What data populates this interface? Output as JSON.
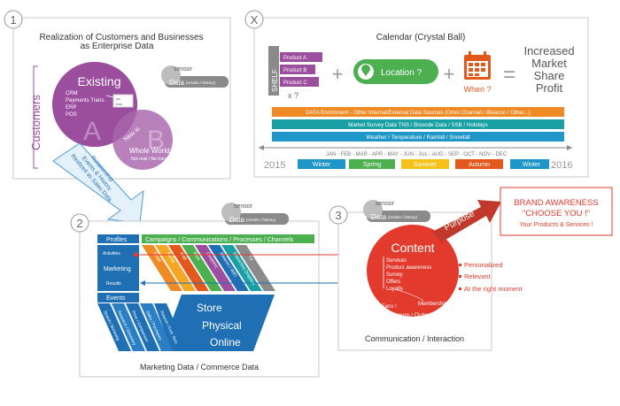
{
  "colors": {
    "purple": "#9b4f9e",
    "blue": "#1f6fb5",
    "orange": "#f08a24",
    "teal": "#18a0a4",
    "green": "#4caf50",
    "red": "#e23b2e",
    "darkred": "#c0392b",
    "yellow": "#f6c21a",
    "grey": "#8a8a8a"
  },
  "sensor_badge": {
    "top": "sensor",
    "main": "Data",
    "sub": "(results / history)"
  },
  "panel1": {
    "number": "1",
    "title_line1": "Realization of Customers and Businesses",
    "title_line2": "as Enterprise Data",
    "side_label": "Customers",
    "existing_title": "Existing",
    "existing_items": [
      "CRM",
      "Payments Trans.",
      "ERP",
      "POS"
    ],
    "small_box_line1": "(or",
    "small_box_line2": "tran",
    "letter_a": "A",
    "letter_b": "B",
    "new_is": "New is",
    "whole_world": "Whole World",
    "whole_world_sub": "Not mail / No trans."
  },
  "arrow_text": [
    "Relationship",
    "Events & History",
    "Realized as Sales Data"
  ],
  "panel_x": {
    "number": "X",
    "title": "Calendar (Crystal Ball)",
    "shelf_label": "SHELF",
    "products": [
      "Product A",
      "Product B",
      "Product C"
    ],
    "x_q": "x ?",
    "plus1": "+",
    "plus2": "+",
    "location": "Location ?",
    "when": "When ?",
    "equals": "=",
    "result": [
      "Increased",
      "Market",
      "Share",
      "Profit"
    ],
    "bars": [
      "DATA Enrichment - Other Internal/External Data Sources (Omni Channel / iBeacon / Other...)",
      "Market Survey Data TNS / Bisnode Data / SSB / Holidays",
      "Weather / Temperature / Rainfall / Snowfall"
    ],
    "months": "JAN - FEB - MAR - APR - MAY - JUN - JUL - AUG - SEP - OCT - NOV - DEC",
    "year_start": "2015",
    "year_end": "2016",
    "seasons": [
      "Winter",
      "Spring",
      "Summer",
      "Autumn",
      "Winter"
    ]
  },
  "panel2": {
    "number": "2",
    "profiles": "Profiles",
    "activities": "Activities",
    "marketing": "Marketing",
    "results": "Results",
    "events": "Events",
    "campaigns": "Campaigns / Communications / Processes / Channels",
    "channels": [
      "Email",
      "Social",
      "Web",
      "Print",
      "Coupons",
      "iBeacon / WiFi",
      "Interactive Displays",
      "TV"
    ],
    "store": "Store",
    "physical": "Physical",
    "online": "Online",
    "events_tags": [
      "Search / Browsing",
      "Research / Discovery",
      "Price / Comparison",
      "Sales / Purchases",
      "Returns / Cust. Serv."
    ],
    "caption": "Marketing Data / Commerce Data"
  },
  "panel3": {
    "number": "3",
    "content_title": "Content",
    "content_items": [
      "Services",
      "Product awareness",
      "Survey",
      "Offers",
      "Loyalty"
    ],
    "membership": "Membership !",
    "fans": "Fans !",
    "groups": "Groups / Clubs !",
    "bullets": [
      "Personalized",
      "Relevant",
      "At the right moment"
    ],
    "purpose": "Purpose",
    "caption": "Communication / Interaction"
  },
  "brand": {
    "line1": "BRAND AWARENESS",
    "line2": "\"CHOOSE YOU !\"",
    "line3": "Your Products & Services !"
  }
}
